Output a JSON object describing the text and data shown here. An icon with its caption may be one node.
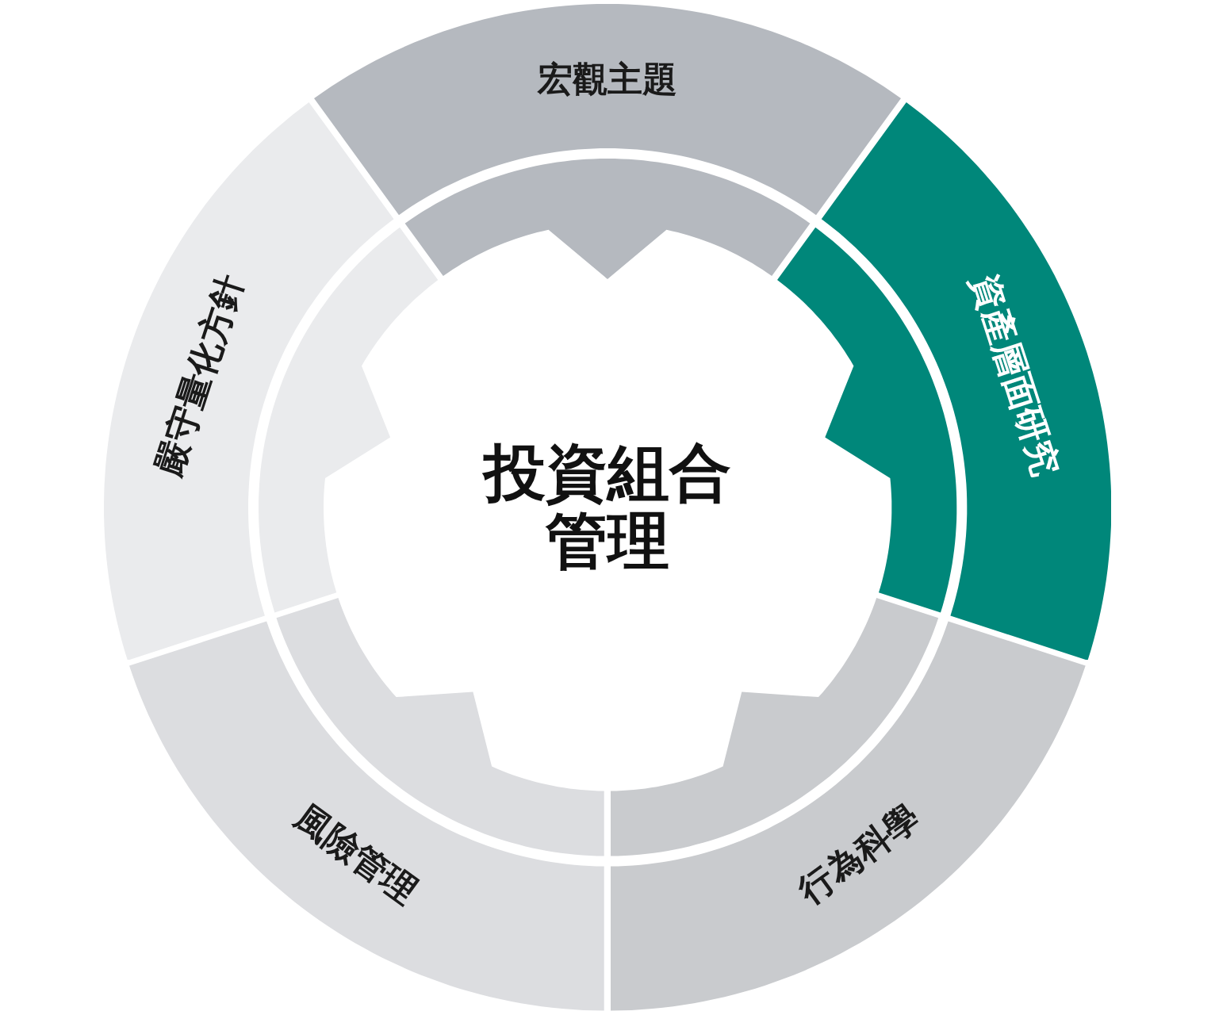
{
  "diagram": {
    "nodes": [
      {
        "text": [
          "宏觀主題"
        ]
      },
      {
        "text": [
          "資產層面研究"
        ]
      },
      {
        "text": [
          "行為科學"
        ]
      },
      {
        "text": [
          "風險管理"
        ]
      },
      {
        "text": [
          "嚴守量化方針"
        ]
      },
      {
        "text": [
          "投資組合管理"
        ]
      }
    ]
  }
}
